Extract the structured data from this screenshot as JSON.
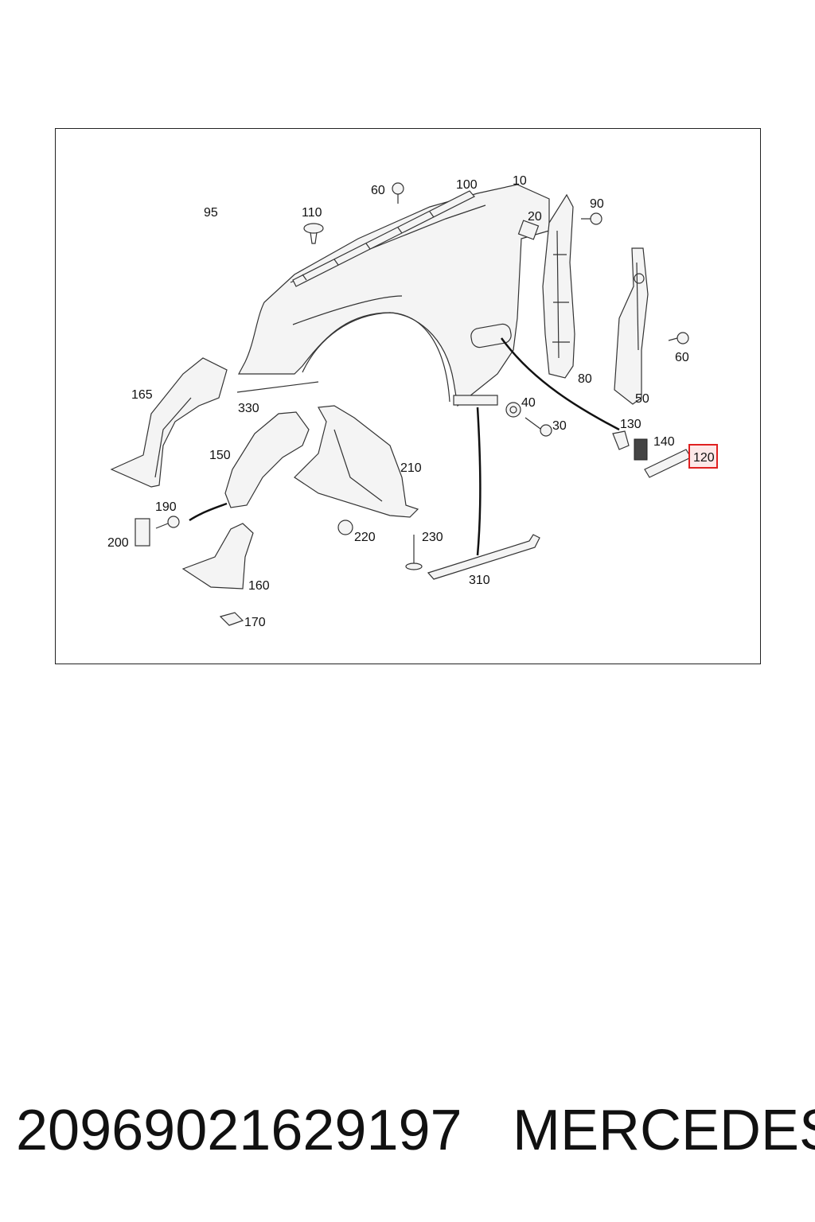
{
  "diagram": {
    "labels": {
      "p10": "10",
      "p20": "20",
      "p30": "30",
      "p40": "40",
      "p50": "50",
      "p60a": "60",
      "p60b": "60",
      "p80": "80",
      "p90": "90",
      "p95": "95",
      "p100": "100",
      "p110": "110",
      "p120": "120",
      "p130": "130",
      "p140": "140",
      "p150": "150",
      "p160": "160",
      "p165": "165",
      "p170": "170",
      "p190": "190",
      "p200": "200",
      "p210": "210",
      "p220": "220",
      "p230": "230",
      "p310": "310",
      "p330": "330"
    },
    "highlighted_part": "120",
    "highlight_color": "#e02020"
  },
  "caption": {
    "part_number": "20969021629197",
    "brand": "MERCEDES"
  }
}
